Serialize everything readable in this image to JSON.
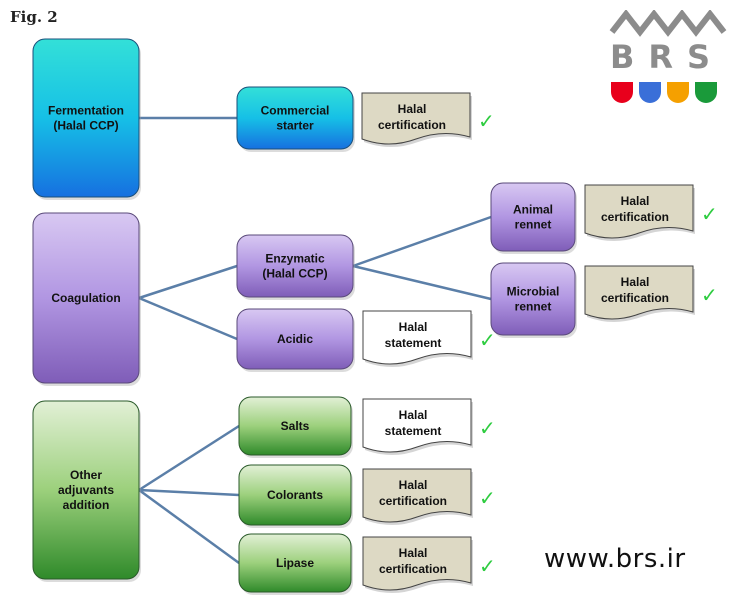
{
  "figure_label": "Fig. 2",
  "website": "www.brs.ir",
  "logo": {
    "text": "BRS",
    "colors": [
      "#e8001c",
      "#3a6fd8",
      "#f5a000",
      "#1a9a3a"
    ]
  },
  "categories": [
    {
      "id": "fermentation",
      "lines": [
        "Fermentation",
        "(Halal CCP)"
      ]
    },
    {
      "id": "coagulation",
      "lines": [
        "Coagulation"
      ]
    },
    {
      "id": "other",
      "lines": [
        "Other",
        "adjuvants",
        "addition"
      ]
    }
  ],
  "sub_nodes": [
    {
      "id": "commercial-starter",
      "lines": [
        "Commercial",
        "starter"
      ]
    },
    {
      "id": "enzymatic",
      "lines": [
        "Enzymatic",
        "(Halal CCP)"
      ]
    },
    {
      "id": "acidic",
      "lines": [
        "Acidic"
      ]
    },
    {
      "id": "animal-rennet",
      "lines": [
        "Animal",
        "rennet"
      ]
    },
    {
      "id": "microbial-rennet",
      "lines": [
        "Microbial",
        "rennet"
      ]
    },
    {
      "id": "salts",
      "lines": [
        "Salts"
      ]
    },
    {
      "id": "colorants",
      "lines": [
        "Colorants"
      ]
    },
    {
      "id": "lipase",
      "lines": [
        "Lipase"
      ]
    }
  ],
  "documents": [
    {
      "id": "doc-commercial",
      "lines": [
        "Halal",
        "certification"
      ],
      "type": "certification"
    },
    {
      "id": "doc-animal",
      "lines": [
        "Halal",
        "certification"
      ],
      "type": "certification"
    },
    {
      "id": "doc-microbial",
      "lines": [
        "Halal",
        "certification"
      ],
      "type": "certification"
    },
    {
      "id": "doc-acidic",
      "lines": [
        "Halal",
        "statement"
      ],
      "type": "statement"
    },
    {
      "id": "doc-salts",
      "lines": [
        "Halal",
        "statement"
      ],
      "type": "statement"
    },
    {
      "id": "doc-colorants",
      "lines": [
        "Halal",
        "certification"
      ],
      "type": "certification"
    },
    {
      "id": "doc-lipase",
      "lines": [
        "Halal",
        "certification"
      ],
      "type": "certification"
    }
  ],
  "check_glyph": "✓",
  "colors": {
    "connector": "#5b7fa8",
    "cert_doc_fill": "#ddd9c4",
    "statement_doc_fill": "#ffffff"
  }
}
